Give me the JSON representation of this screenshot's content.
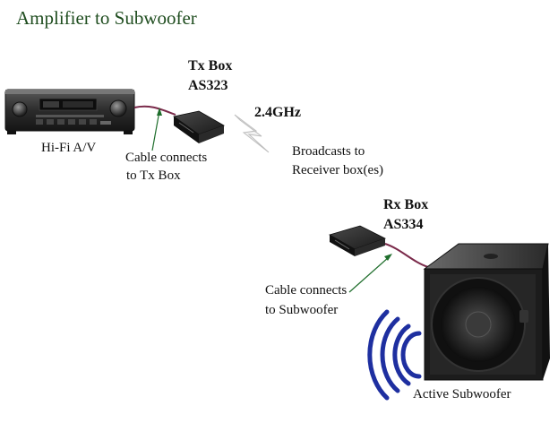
{
  "title": "Amplifier to Subwoofer",
  "labels": {
    "hifi": "Hi-Fi A/V",
    "tx_name": "Tx Box",
    "tx_model": "AS323",
    "frequency": "2.4GHz",
    "cable_tx_line1": "Cable connects",
    "cable_tx_line2": "to Tx Box",
    "broadcast_line1": "Broadcasts to",
    "broadcast_line2": "Receiver box(es)",
    "rx_name": "Rx Box",
    "rx_model": "AS334",
    "cable_sub_line1": "Cable connects",
    "cable_sub_line2": "to Subwoofer",
    "subwoofer": "Active Subwoofer"
  },
  "colors": {
    "title": "#1f4d1f",
    "cable": "#7a2a4a",
    "arrow": "#1f6e2c",
    "sound_waves": "#1e2fa0",
    "device_dark": "#1c1c1c"
  }
}
